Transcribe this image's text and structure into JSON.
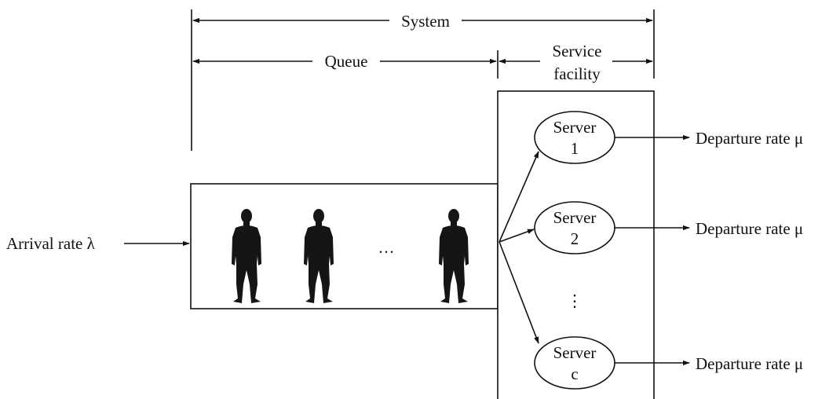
{
  "labels": {
    "system": "System",
    "queue": "Queue",
    "service_line1": "Service",
    "service_line2": "facility",
    "arrival": "Arrival rate λ",
    "queue_ellipsis": "…",
    "server_ellipsis": "⋮"
  },
  "servers": [
    {
      "line1": "Server",
      "line2": "1",
      "departure": "Departure rate μ"
    },
    {
      "line1": "Server",
      "line2": "2",
      "departure": "Departure rate μ"
    },
    {
      "line1": "Server",
      "line2": "c",
      "departure": "Departure rate μ"
    }
  ],
  "icons": {
    "person": "person-silhouette-icon",
    "arrow": "arrowhead"
  }
}
